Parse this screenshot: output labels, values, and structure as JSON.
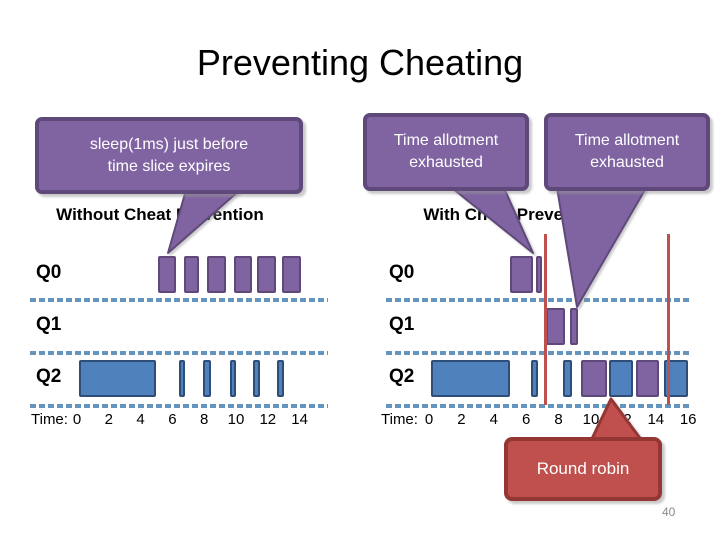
{
  "slide": {
    "title": "Preventing Cheating",
    "page_number": "40"
  },
  "callouts": {
    "sleep": {
      "line1": "sleep(1ms) just before",
      "line2": "time slice expires"
    },
    "allotment1": {
      "line1": "Time allotment",
      "line2": "exhausted"
    },
    "allotment2": {
      "line1": "Time allotment",
      "line2": "exhausted"
    },
    "round_robin": {
      "text": "Round robin"
    }
  },
  "colors": {
    "purple": "#8064A2",
    "purple_dark": "#5F497A",
    "blue": "#4F81BD",
    "blue_dark": "#2E4E79",
    "red": "#C0504D",
    "red_dark": "#943634",
    "dash": "#6495BE",
    "white": "#FFFFFF",
    "black": "#000000",
    "gray": "#8A8A8A"
  },
  "chart_data": [
    {
      "type": "timeline",
      "title": "Without Cheat Prevention",
      "rows": [
        "Q0",
        "Q1",
        "Q2"
      ],
      "xlabel_prefix": "Time:",
      "ticks": [
        0,
        2,
        4,
        6,
        8,
        10,
        12,
        14
      ],
      "xlim": [
        0,
        14.5
      ],
      "segments": [
        {
          "row": "Q0",
          "color": "purple",
          "start": 5.1,
          "end": 6.2
        },
        {
          "row": "Q0",
          "color": "purple",
          "start": 6.7,
          "end": 7.7
        },
        {
          "row": "Q0",
          "color": "purple",
          "start": 8.2,
          "end": 9.4
        },
        {
          "row": "Q0",
          "color": "purple",
          "start": 9.9,
          "end": 11.0
        },
        {
          "row": "Q0",
          "color": "purple",
          "start": 11.3,
          "end": 12.5
        },
        {
          "row": "Q0",
          "color": "purple",
          "start": 12.9,
          "end": 14.1
        },
        {
          "row": "Q2",
          "color": "blue",
          "start": 0.1,
          "end": 5.0
        },
        {
          "row": "Q2",
          "color": "blue",
          "start": 6.4,
          "end": 6.8
        },
        {
          "row": "Q2",
          "color": "blue",
          "start": 7.9,
          "end": 8.4
        },
        {
          "row": "Q2",
          "color": "blue",
          "start": 9.6,
          "end": 10.0
        },
        {
          "row": "Q2",
          "color": "blue",
          "start": 11.1,
          "end": 11.5
        },
        {
          "row": "Q2",
          "color": "blue",
          "start": 12.6,
          "end": 13.0
        }
      ],
      "event_lines": []
    },
    {
      "type": "timeline",
      "title": "With Cheat Prevention",
      "rows": [
        "Q0",
        "Q1",
        "Q2"
      ],
      "xlabel_prefix": "Time:",
      "ticks": [
        0,
        2,
        4,
        6,
        8,
        10,
        12,
        14,
        16
      ],
      "xlim": [
        0,
        16
      ],
      "segments": [
        {
          "row": "Q0",
          "color": "purple",
          "start": 5.0,
          "end": 6.4
        },
        {
          "row": "Q0",
          "color": "purple",
          "start": 6.6,
          "end": 7.0
        },
        {
          "row": "Q1",
          "color": "purple",
          "start": 7.2,
          "end": 8.4
        },
        {
          "row": "Q1",
          "color": "purple",
          "start": 8.7,
          "end": 9.2
        },
        {
          "row": "Q2",
          "color": "blue",
          "start": 0.1,
          "end": 5.0
        },
        {
          "row": "Q2",
          "color": "blue",
          "start": 6.3,
          "end": 6.7
        },
        {
          "row": "Q2",
          "color": "blue",
          "start": 8.3,
          "end": 8.8
        },
        {
          "row": "Q2",
          "color": "purple",
          "start": 9.4,
          "end": 11.0
        },
        {
          "row": "Q2",
          "color": "blue",
          "start": 11.1,
          "end": 12.6
        },
        {
          "row": "Q2",
          "color": "purple",
          "start": 12.8,
          "end": 14.2
        },
        {
          "row": "Q2",
          "color": "blue",
          "start": 14.5,
          "end": 16.0
        }
      ],
      "event_lines": [
        7.2,
        14.8
      ]
    }
  ]
}
